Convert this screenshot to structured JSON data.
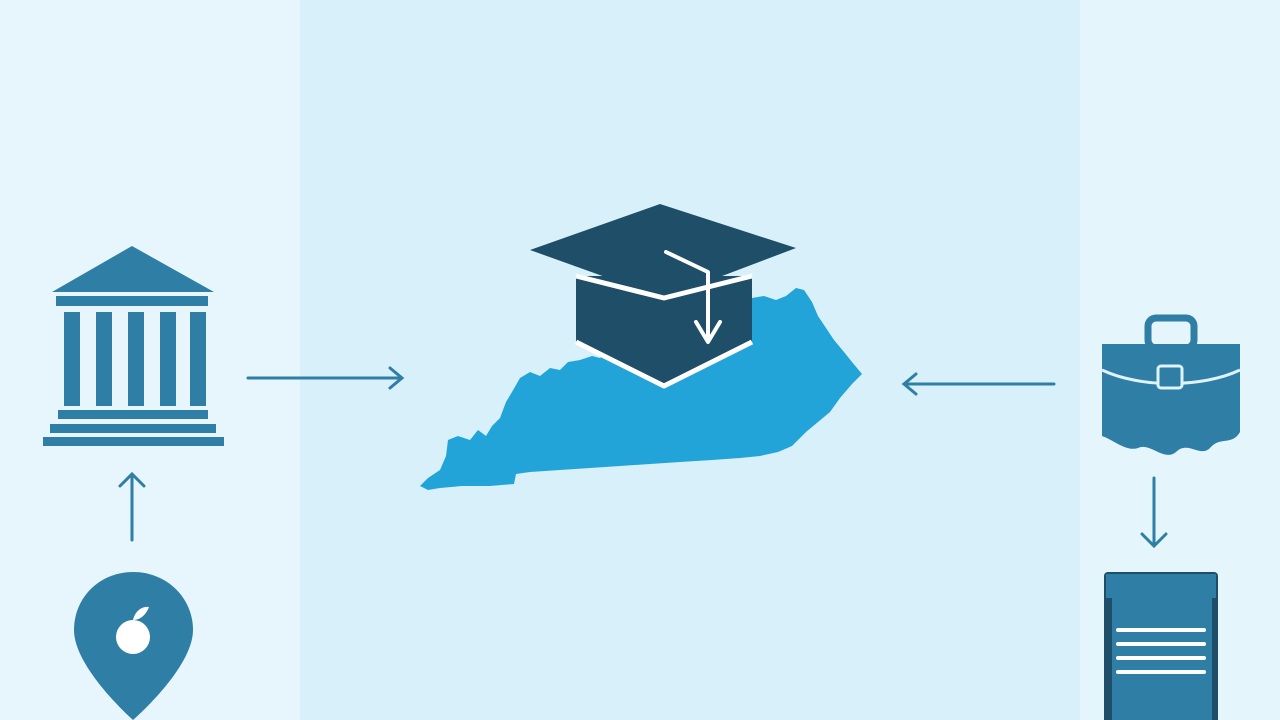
{
  "colors": {
    "background": "#dff3fa",
    "icon_primary": "#2f7ea6",
    "icon_dark": "#1f4e68",
    "state_fill": "#22a4d8",
    "arrow": "#2f7ea6"
  },
  "nodes": [
    {
      "id": "government",
      "icon": "government-building-icon"
    },
    {
      "id": "school-location",
      "icon": "school-location-pin-icon"
    },
    {
      "id": "kentucky-education",
      "icon": "kentucky-graduation-cap-icon"
    },
    {
      "id": "workforce",
      "icon": "briefcase-icon"
    },
    {
      "id": "curriculum",
      "icon": "book-icon"
    }
  ],
  "edges": [
    {
      "from": "school-location",
      "to": "government"
    },
    {
      "from": "government",
      "to": "kentucky-education"
    },
    {
      "from": "workforce",
      "to": "kentucky-education"
    },
    {
      "from": "workforce",
      "to": "curriculum"
    }
  ]
}
